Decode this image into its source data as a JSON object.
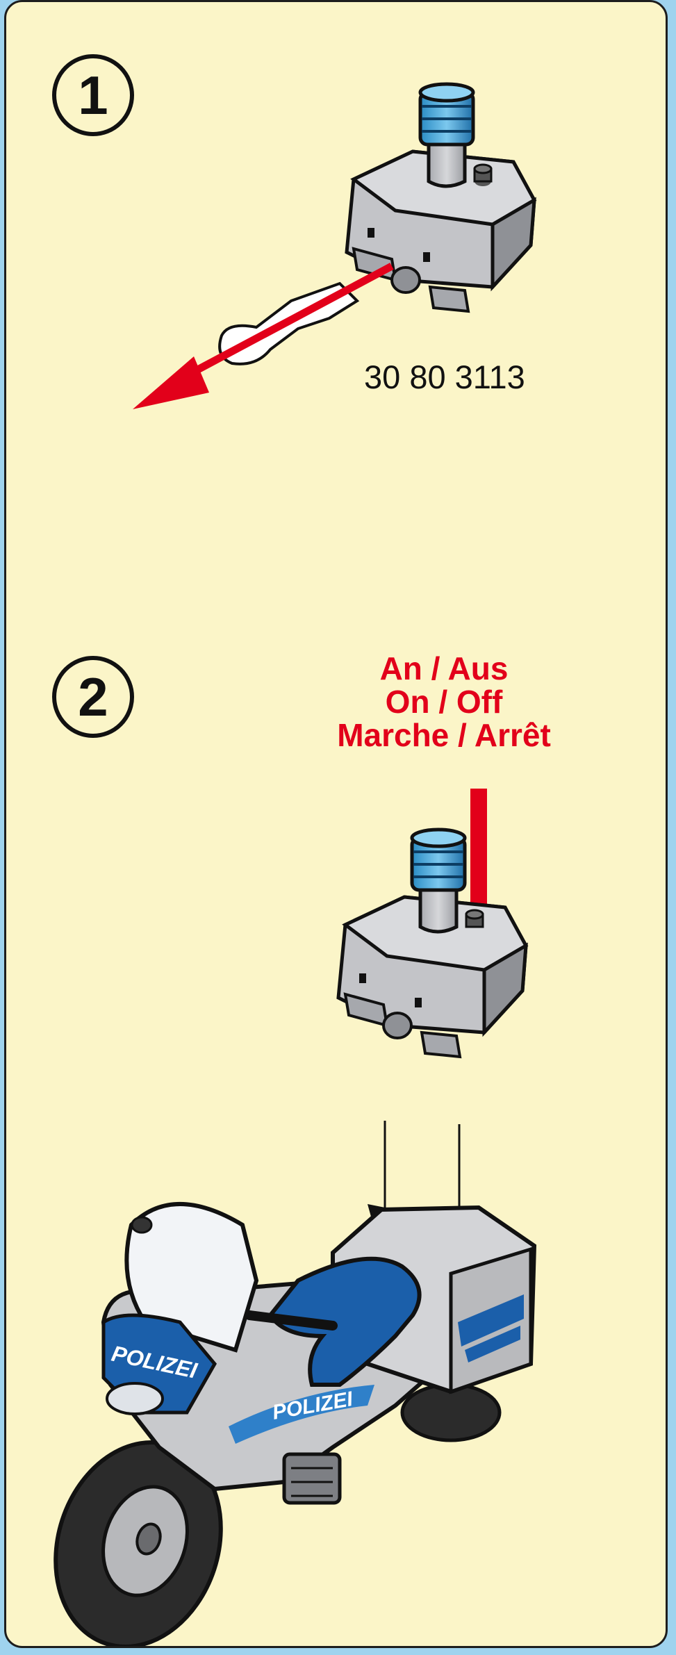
{
  "steps": [
    {
      "number": "1",
      "part_number": "30 80 3113"
    },
    {
      "number": "2",
      "switch_label": [
        "An / Aus",
        "On / Off",
        "Marche / Arrêt"
      ]
    }
  ],
  "decals": {
    "fairing": "POLIZEI",
    "tank": "POLIZEI"
  },
  "colors": {
    "background": "#fbf5c8",
    "frame": "#9fd3ee",
    "arrow": "#e2001a",
    "light_blue": "#3aa5d8",
    "body_grey": "#c8c9cc",
    "police_blue": "#1b5faa"
  },
  "icons": [
    "pull-arrow-icon",
    "press-arrow-icon",
    "insert-arrow-icon",
    "battery-tab-icon",
    "siren-light-icon",
    "police-motorcycle-icon"
  ]
}
